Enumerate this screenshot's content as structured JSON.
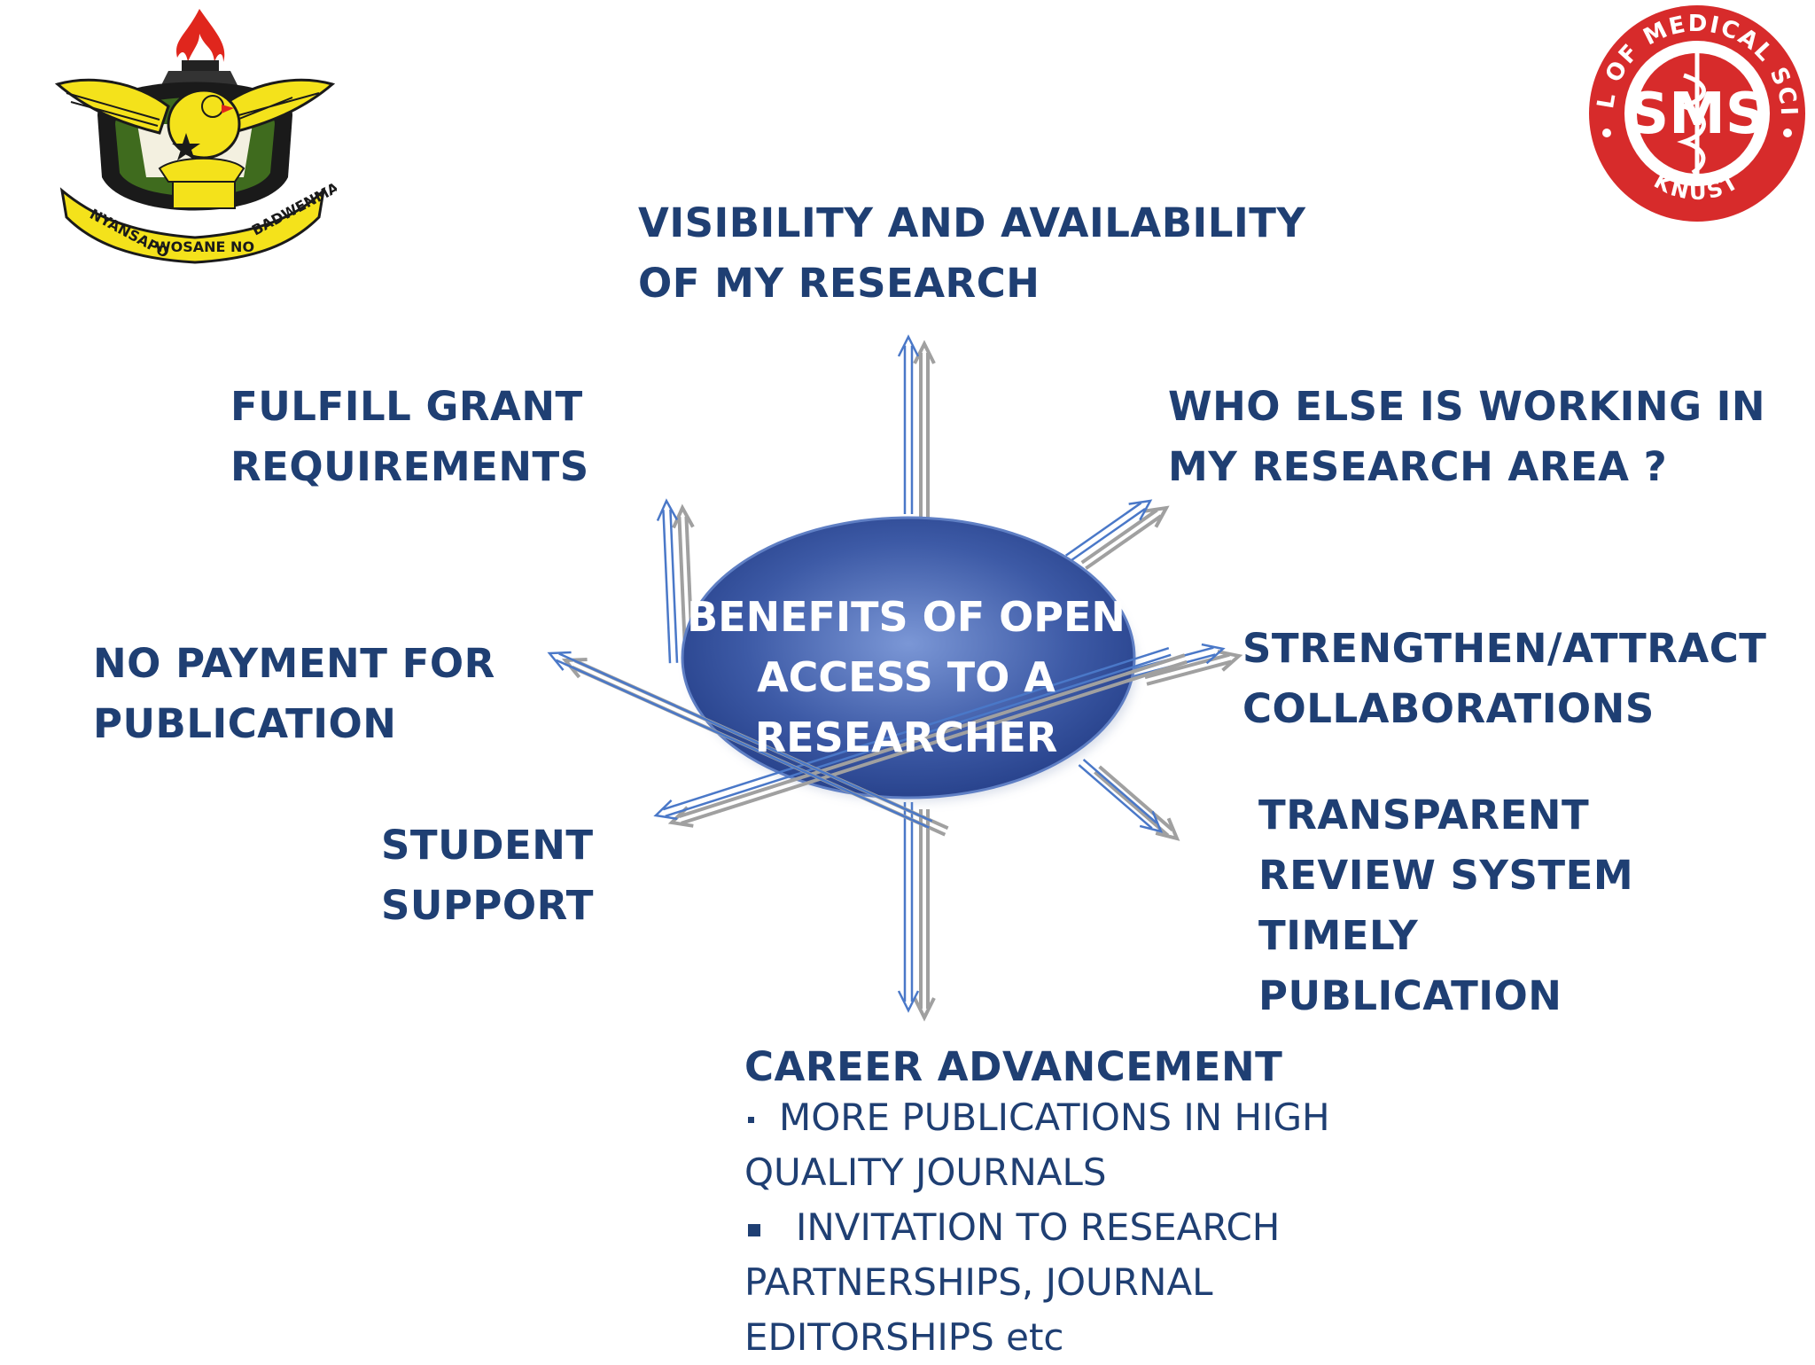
{
  "center": {
    "lines": [
      "BENEFITS OF OPEN",
      "ACCESS TO A",
      "RESEARCHER"
    ]
  },
  "benefits": {
    "visibility": [
      "VISIBILITY AND AVAILABILITY",
      "OF MY RESEARCH"
    ],
    "grant": [
      "FULFILL GRANT",
      "REQUIREMENTS"
    ],
    "who_else": [
      "WHO ELSE IS WORKING IN",
      "MY RESEARCH AREA ?"
    ],
    "no_payment": [
      "NO PAYMENT FOR",
      "PUBLICATION"
    ],
    "collaborations": [
      "STRENGTHEN/ATTRACT",
      "COLLABORATIONS"
    ],
    "student": [
      "STUDENT",
      "SUPPORT"
    ],
    "transparent": [
      "TRANSPARENT",
      "REVIEW SYSTEM",
      "TIMELY",
      "PUBLICATION"
    ],
    "career": {
      "title": "CAREER ADVANCEMENT",
      "items": [
        [
          "MORE PUBLICATIONS IN HIGH",
          "QUALITY JOURNALS"
        ],
        [
          "INVITATION TO RESEARCH",
          "PARTNERSHIPS, JOURNAL",
          "EDITORSHIPS etc"
        ]
      ]
    }
  },
  "logos": {
    "left": {
      "motto_left": "NYANSAPO",
      "motto_mid": "WOSANE NO",
      "motto_right": "BADWENMA"
    },
    "right": {
      "initials": "SMS",
      "ring_top": "SCHOOL OF MEDICAL SCIENCES",
      "ring_bottom": "KNUST"
    }
  },
  "colors": {
    "text": "#1f3f73",
    "ellipse_center": "#7b97d6",
    "ellipse_edge": "#233d86",
    "arrow_blue": "#4a78c8",
    "arrow_gray": "#a0a0a0",
    "seal_red": "#d72b2b",
    "flame_red": "#e0261d",
    "eagle_yellow": "#f4e21b",
    "shield_green": "#3f6b1e"
  }
}
